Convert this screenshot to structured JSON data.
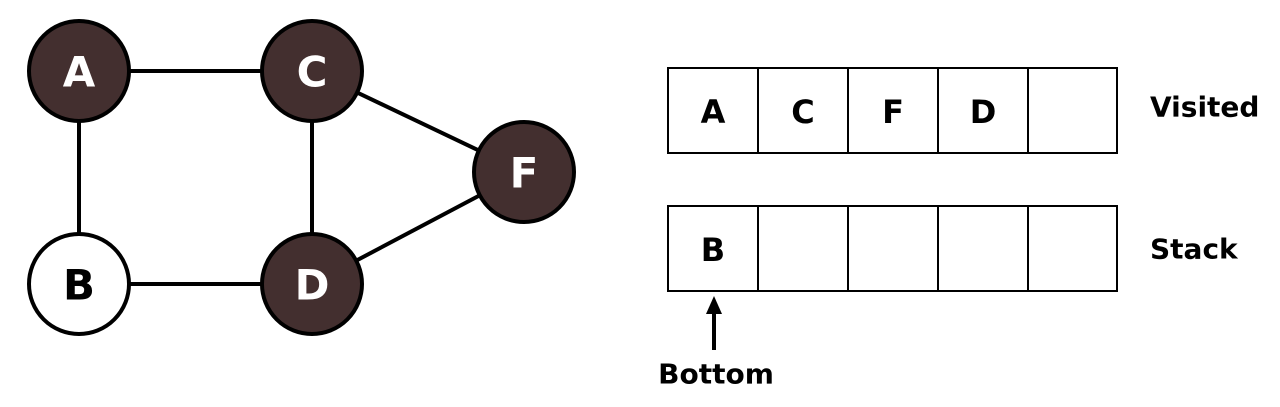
{
  "colors": {
    "visited_node_fill": "#432f2f",
    "unvisited_node_fill": "#ffffff",
    "stroke": "#000000",
    "visited_label": "#ffffff",
    "unvisited_label": "#000000"
  },
  "graph": {
    "nodes": [
      {
        "id": "A",
        "label": "A",
        "visited": true
      },
      {
        "id": "B",
        "label": "B",
        "visited": false
      },
      {
        "id": "C",
        "label": "C",
        "visited": true
      },
      {
        "id": "D",
        "label": "D",
        "visited": true
      },
      {
        "id": "F",
        "label": "F",
        "visited": true
      }
    ],
    "edges": [
      {
        "from": "A",
        "to": "C"
      },
      {
        "from": "A",
        "to": "B"
      },
      {
        "from": "C",
        "to": "D"
      },
      {
        "from": "B",
        "to": "D"
      },
      {
        "from": "C",
        "to": "F"
      },
      {
        "from": "D",
        "to": "F"
      }
    ]
  },
  "visited": {
    "label": "Visited",
    "cells": [
      "A",
      "C",
      "F",
      "D",
      ""
    ]
  },
  "stack": {
    "label": "Stack",
    "cells": [
      "B",
      "",
      "",
      "",
      ""
    ],
    "bottom_label": "Bottom"
  }
}
